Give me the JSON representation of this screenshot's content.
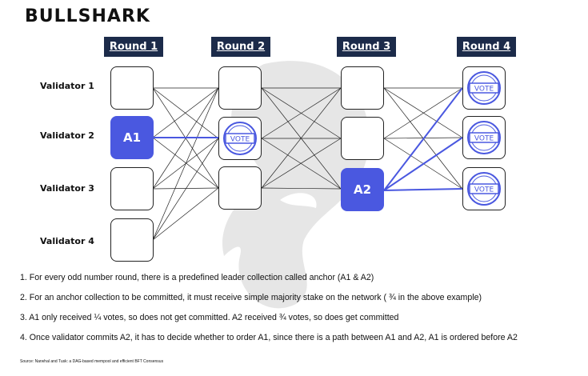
{
  "title": "BULLSHARK",
  "rounds": [
    "Round 1",
    "Round 2",
    "Round 3",
    "Round 4"
  ],
  "validators": [
    "Validator 1",
    "Validator 2",
    "Validator 3",
    "Validator 4"
  ],
  "anchors": {
    "a1": "A1",
    "a2": "A2"
  },
  "vote_text": "VOTE",
  "colors": {
    "anchor": "#4a58e0",
    "round_label_bg": "#1c2b4a",
    "edge": "#222222"
  },
  "notes": [
    "1.  For every odd number round, there is a predefined leader collection called anchor (A1 & A2)",
    "2.  For an anchor collection to be committed, it must receive simple majority stake on the network ( ¾ in the above example)",
    "3.  A1 only received ¼ votes, so does not get committed. A2 received ¾ votes, so does get committed",
    "4.  Once validator commits A2, it has to decide whether to order A1, since there is a path between A1 and A2, A1 is ordered before A2"
  ],
  "source": "Source: Narwhal and Tusk: a DAG-based mempool and efficient BFT Consensus"
}
